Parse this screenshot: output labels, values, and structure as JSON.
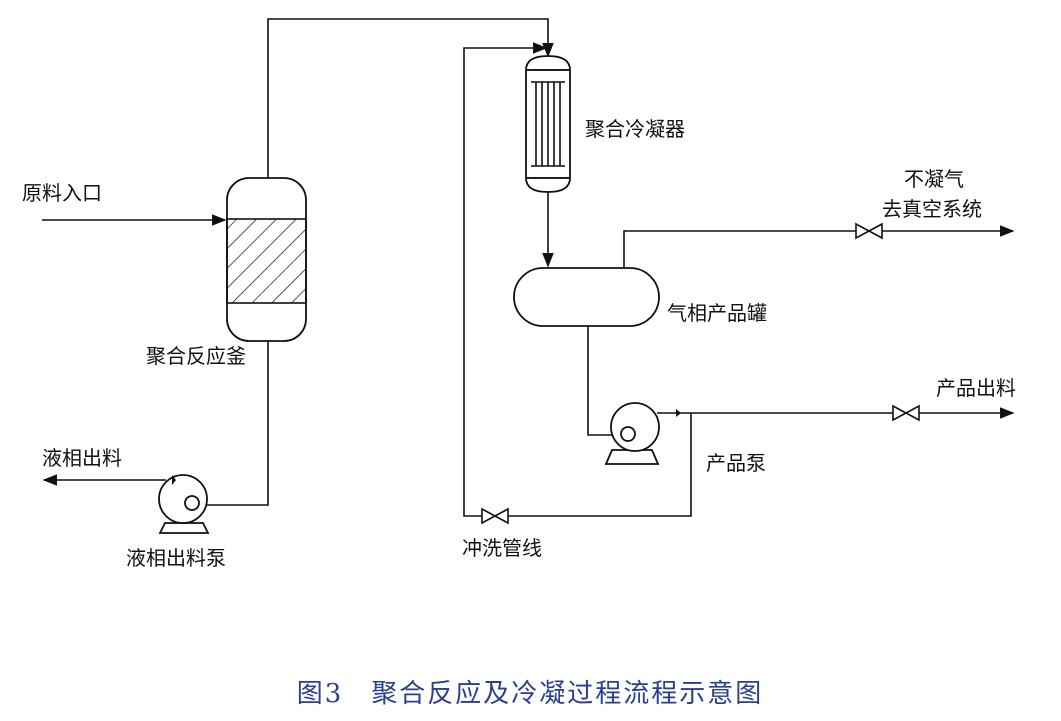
{
  "labels": {
    "feed_inlet": "原料入口",
    "reactor": "聚合反应釜",
    "liquid_outlet": "液相出料",
    "liquid_pump": "液相出料泵",
    "condenser": "聚合冷凝器",
    "noncondensable": "不凝气",
    "to_vacuum": "去真空系统",
    "gas_tank": "气相产品罐",
    "product_outlet": "产品出料",
    "product_pump": "产品泵",
    "flush_line": "冲洗管线"
  },
  "caption": "图3　聚合反应及冷凝过程流程示意图",
  "colors": {
    "line": "#111111",
    "caption": "#2a3f8f"
  }
}
